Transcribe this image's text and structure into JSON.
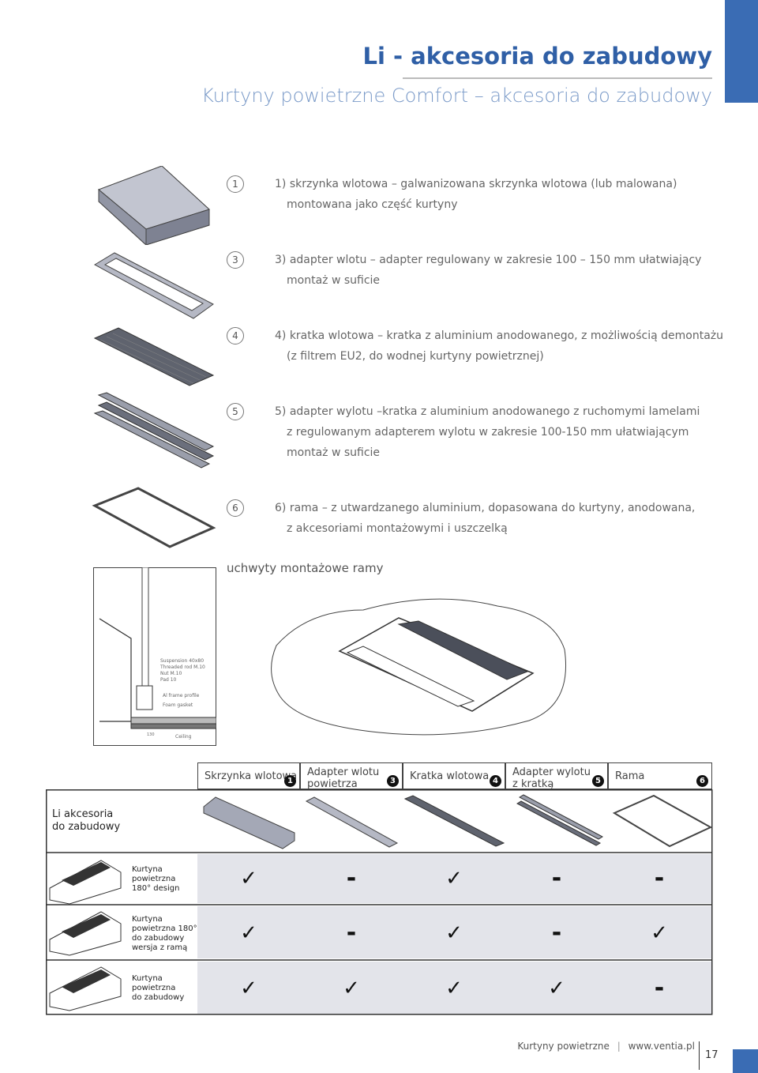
{
  "header": {
    "title": "Li - akcesoria do zabudowy",
    "subtitle": "Kurtyny powietrzne Comfort – akcesoria do zabudowy"
  },
  "items": [
    {
      "num": "1",
      "line1": "1) skrzynka wlotowa – galwanizowana skrzynka wlotowa (lub malowana)",
      "line2": "montowana jako część kurtyny"
    },
    {
      "num": "3",
      "line1": "3) adapter wlotu – adapter regulowany w zakresie 100 – 150 mm ułatwiający",
      "line2": "montaż w suficie"
    },
    {
      "num": "4",
      "line1": "4) kratka wlotowa – kratka z aluminium anodowanego, z możliwością demontażu",
      "line2": "(z filtrem EU2, do wodnej kurtyny powietrznej)"
    },
    {
      "num": "5",
      "line1": "5) adapter wylotu –kratka z aluminium anodowanego z ruchomymi lamelami",
      "line2": "z regulowanym adapterem wylotu w zakresie 100-150 mm ułatwiającym",
      "line3": "montaż w suficie"
    },
    {
      "num": "6",
      "line1": "6) rama – z utwardzanego aluminium, dopasowana do kurtyny, anodowana,",
      "line2": "z akcesoriami montażowymi i uszczelką"
    }
  ],
  "mounting": {
    "caption": "uchwyty montażowe ramy",
    "labels": [
      "Suspension 40x80",
      "Threaded rod M.10",
      "Nut M.10",
      "Pad 10",
      "Al frame profile",
      "Foam gasket",
      "Ceiling",
      "130"
    ]
  },
  "table": {
    "corner_label_1": "Li akcesoria",
    "corner_label_2": "do zabudowy",
    "columns": [
      {
        "label1": "Skrzynka wlotowa",
        "label2": "",
        "num": "1"
      },
      {
        "label1": "Adapter wlotu",
        "label2": "powietrza",
        "num": "3"
      },
      {
        "label1": "Kratka wlotowa",
        "label2": "",
        "num": "4"
      },
      {
        "label1": "Adapter wylotu",
        "label2": "z kratką",
        "num": "5"
      },
      {
        "label1": "Rama",
        "label2": "",
        "num": "6"
      }
    ],
    "rows": [
      {
        "name1": "Kurtyna",
        "name2": "powietrzna",
        "name3": "180° design",
        "name4": "",
        "cells": [
          "✓",
          "-",
          "✓",
          "-",
          "-"
        ]
      },
      {
        "name1": "Kurtyna",
        "name2": "powietrzna 180°",
        "name3": "do zabudowy",
        "name4": "wersja z ramą",
        "cells": [
          "✓",
          "-",
          "✓",
          "-",
          "✓"
        ]
      },
      {
        "name1": "Kurtyna",
        "name2": "powietrzna",
        "name3": "do zabudowy",
        "name4": "",
        "cells": [
          "✓",
          "✓",
          "✓",
          "✓",
          "-"
        ]
      }
    ]
  },
  "footer": {
    "text": "Kurtyny powietrzne",
    "url": "www.ventia.pl",
    "page": "17"
  },
  "colors": {
    "accent": "#3a6cb4",
    "title": "#2f5fa6",
    "subtitle": "#7a9ac8"
  }
}
